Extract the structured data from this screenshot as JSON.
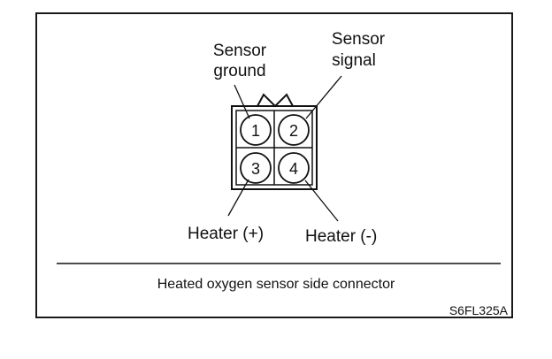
{
  "labels": {
    "sensor_ground": [
      "Sensor",
      "ground"
    ],
    "sensor_signal": [
      "Sensor",
      "signal"
    ],
    "heater_plus": "Heater (+)",
    "heater_minus": "Heater (-)"
  },
  "pins": [
    "1",
    "2",
    "3",
    "4"
  ],
  "caption": "Heated oxygen sensor side connector",
  "code": "S6FL325A"
}
